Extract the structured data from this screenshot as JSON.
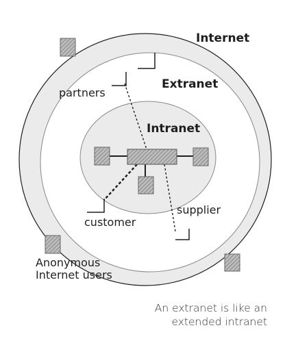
{
  "zones": {
    "internet": "Internet",
    "extranet": "Extranet",
    "intranet": "Intranet"
  },
  "labels": {
    "partners": "partners",
    "customer": "customer",
    "supplier": "supplier",
    "anonymous_line1": "Anonymous",
    "anonymous_line2": "Internet users"
  },
  "caption": {
    "line1": "An extranet is like an",
    "line2": "extended intranet"
  },
  "colors": {
    "outer_fill": "#ebebeb",
    "middle_fill": "#ffffff",
    "inner_fill": "#ebebeb",
    "line": "#1e1e1e",
    "node_fill": "#b9b9b9"
  }
}
